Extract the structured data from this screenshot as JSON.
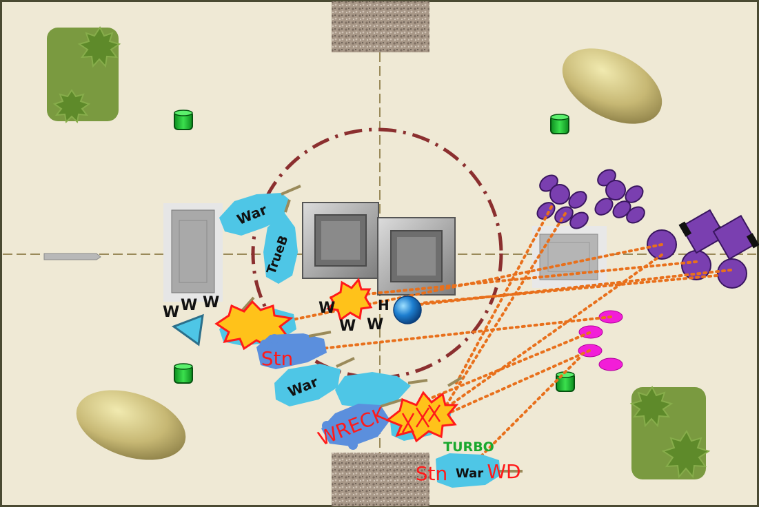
{
  "board": {
    "background": "#efe9d5",
    "border_color": "#4a4a32",
    "ally_color": "#4ec6e6",
    "ally_dark_color": "#5b8fdd",
    "enemy_color": "#7a3fb0",
    "line_of_fire_color": "#e8701c",
    "danger_zone_color": "#8b2f2f",
    "centerline_color": "#9a8a5a"
  },
  "labels": {
    "war_top": "War",
    "true_b": "TrueB",
    "stn_left": "Stn",
    "war_mid": "War",
    "wreck": "WRECK",
    "turbo": "TURBO",
    "stn_bottom": "Stn",
    "war_bottom": "War",
    "wd_bottom": "WD",
    "h_marker": "H",
    "wound_marker": "W"
  },
  "icons": {
    "objective": "objective-marker-icon",
    "ball": "ball-icon",
    "explosion": "explosion-icon",
    "triangle": "triangle-marker-icon"
  }
}
